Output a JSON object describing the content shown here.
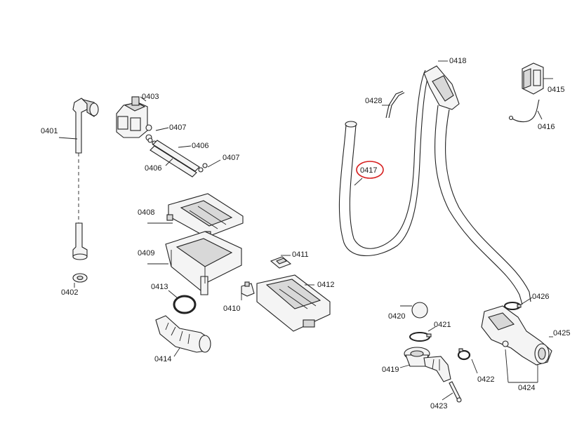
{
  "parts": {
    "p0401": "0401",
    "p0402": "0402",
    "p0403": "0403",
    "p0406a": "0406",
    "p0406b": "0406",
    "p0407a": "0407",
    "p0407b": "0407",
    "p0408": "0408",
    "p0409": "0409",
    "p0410": "0410",
    "p0411": "0411",
    "p0412": "0412",
    "p0413": "0413",
    "p0414": "0414",
    "p0415": "0415",
    "p0416": "0416",
    "p0417": "0417",
    "p0418": "0418",
    "p0419": "0419",
    "p0420": "0420",
    "p0421": "0421",
    "p0422": "0422",
    "p0423": "0423",
    "p0424": "0424",
    "p0425": "0425",
    "p0426": "0426",
    "p0428": "0428"
  },
  "highlight": {
    "part": "0417",
    "color": "#d62020"
  }
}
